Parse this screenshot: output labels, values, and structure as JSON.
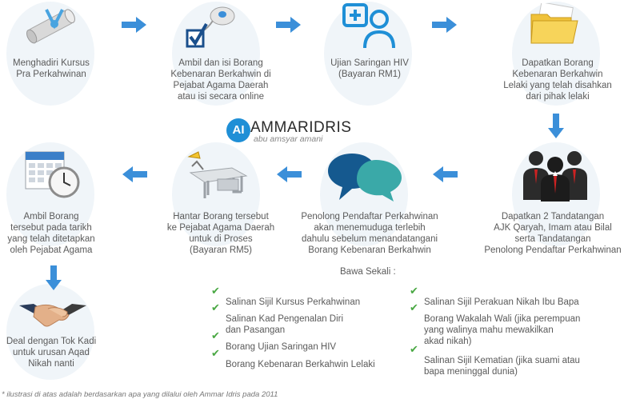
{
  "steps": [
    {
      "label": "Menghadiri Kursus\nPra Perkahwinan",
      "icon": "scroll-diploma-icon"
    },
    {
      "label": "Ambil dan isi Borang\nKebenaran Berkahwin di\nPejabat Agama Daerah\natau isi secara online",
      "icon": "mouse-checkbox-icon"
    },
    {
      "label": "Ujian Saringan HIV\n(Bayaran RM1)",
      "icon": "medical-user-icon"
    },
    {
      "label": "Dapatkan Borang\nKebenaran Berkahwin\nLelaki yang telah disahkan\ndari pihak lelaki",
      "icon": "folder-icon"
    },
    {
      "label": "Dapatkan 2 Tandatangan\nAJK Qaryah, Imam atau Bilal\nserta Tandatangan\nPenolong Pendaftar Perkahwinan",
      "icon": "businessmen-icon"
    },
    {
      "label": "Penolong Pendaftar Perkahwinan\nakan menemuduga terlebih\ndahulu sebelum menandatangani\nBorang Kebenaran Berkahwin",
      "icon": "speech-bubbles-icon"
    },
    {
      "label": "Hantar Borang tersebut\nke Pejabat Agama Daerah\nuntuk di Proses\n(Bayaran RM5)",
      "icon": "desk-lamp-icon"
    },
    {
      "label": "Ambil Borang\ntersebut pada tarikh\nyang telah ditetapkan\noleh Pejabat Agama",
      "icon": "calendar-clock-icon"
    },
    {
      "label": "Deal dengan Tok Kadi\nuntuk urusan Aqad\nNikah nanti",
      "icon": "handshake-icon"
    }
  ],
  "logo": {
    "badge": "AI",
    "name": "AMMARIDRIS",
    "sub": "abu amsyar amani"
  },
  "bawa": {
    "title": "Bawa Sekali :",
    "left": [
      "Salinan Sijil Kursus Perkahwinan",
      "Salinan Kad Pengenalan Diri\ndan Pasangan",
      "Borang Ujian Saringan HIV",
      "Borang Kebenaran Berkahwin Lelaki"
    ],
    "right": [
      "Salinan Sijil Perakuan Nikah Ibu Bapa",
      "Borang Wakalah Wali (jika perempuan\nyang walinya mahu mewakilkan\nakad nikah)",
      "Salinan Sijil Kematian (jika suami atau\nbapa meninggal dunia)"
    ]
  },
  "footnote": "* ilustrasi di atas adalah berdasarkan apa yang dilalui oleh Ammar Idris pada 2011",
  "colors": {
    "arrow": "#3b8fd9",
    "check": "#49a843",
    "circle": "#f0f5f9",
    "logo": "#1f8fd6"
  }
}
